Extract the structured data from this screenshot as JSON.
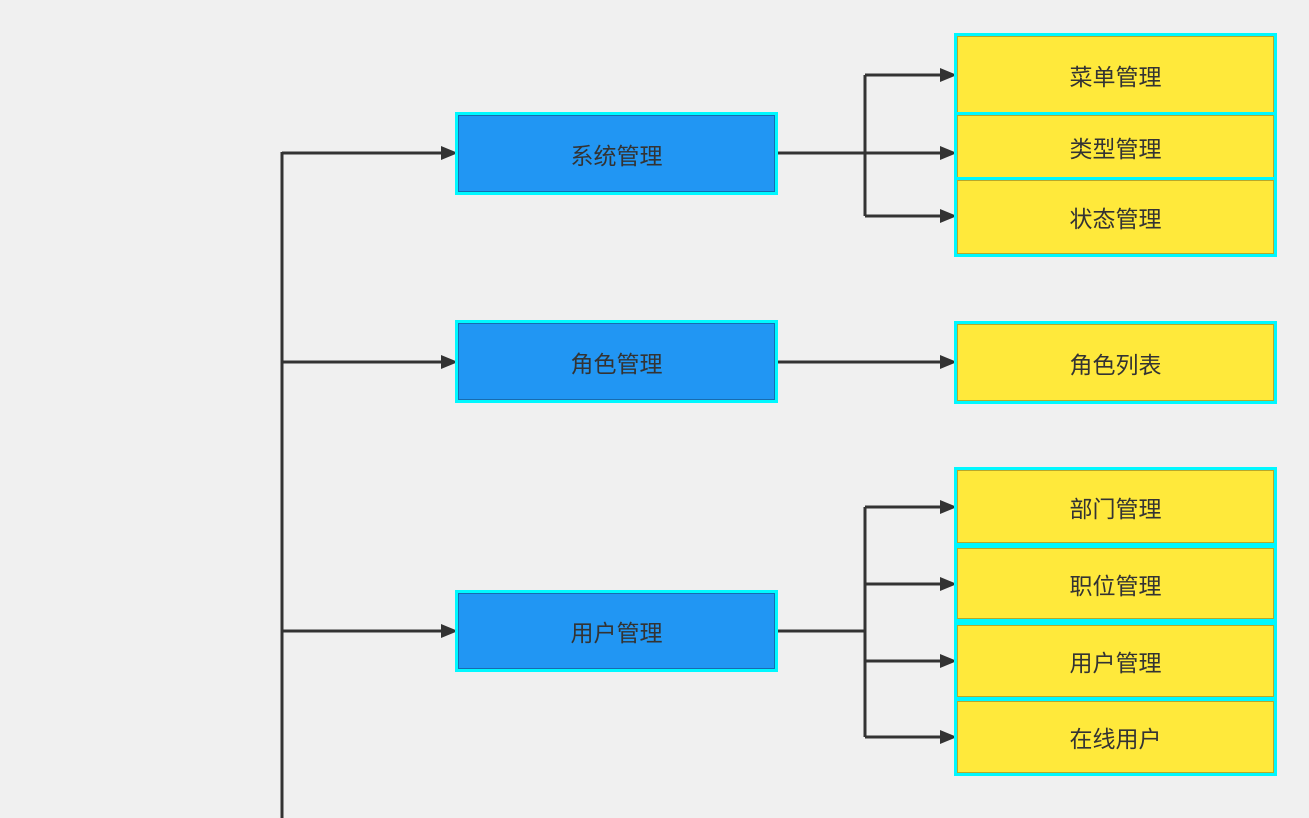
{
  "diagram": {
    "colors": {
      "background": "#f0f0f0",
      "line": "#333333",
      "parent_fill": "#2196f3",
      "child_fill": "#ffe93b",
      "halo": "#00f8ff",
      "text": "#333333"
    },
    "groups": [
      {
        "parent": {
          "label": "系统管理"
        },
        "children": [
          {
            "label": "菜单管理"
          },
          {
            "label": "类型管理"
          },
          {
            "label": "状态管理"
          }
        ]
      },
      {
        "parent": {
          "label": "角色管理"
        },
        "children": [
          {
            "label": "角色列表"
          }
        ]
      },
      {
        "parent": {
          "label": "用户管理"
        },
        "children": [
          {
            "label": "部门管理"
          },
          {
            "label": "职位管理"
          },
          {
            "label": "用户管理"
          },
          {
            "label": "在线用户"
          }
        ]
      }
    ]
  }
}
